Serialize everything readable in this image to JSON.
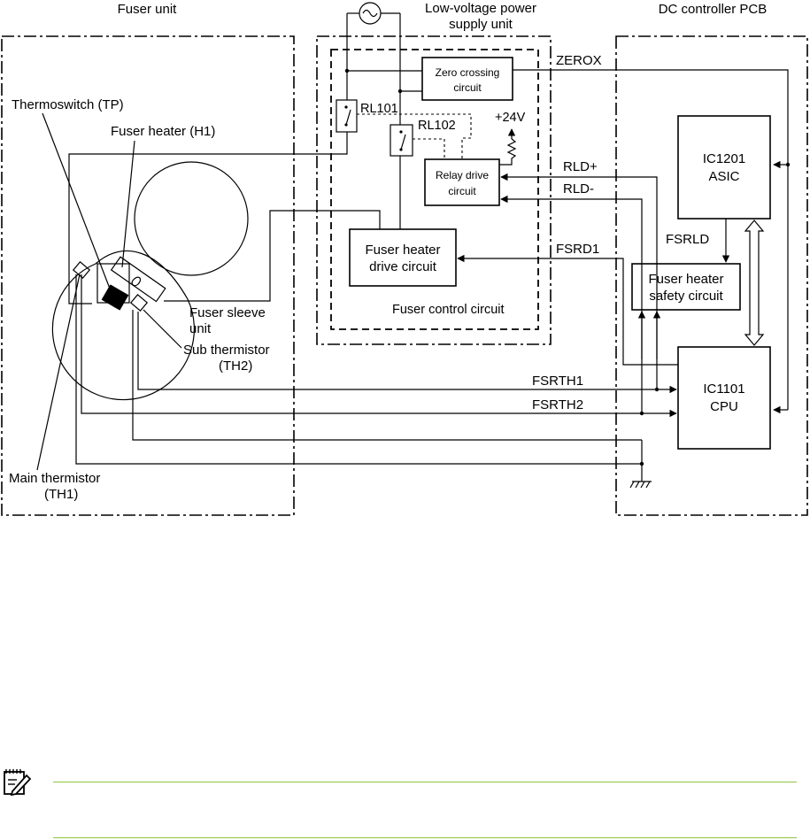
{
  "sections": {
    "fuser_unit": "Fuser unit",
    "lvps_line1": "Low-voltage power",
    "lvps_line2": "supply unit",
    "dc_controller": "DC controller PCB"
  },
  "blocks": {
    "zero_crossing_1": "Zero crossing",
    "zero_crossing_2": "circuit",
    "relay_drive_1": "Relay drive",
    "relay_drive_2": "circuit",
    "heater_drive_1": "Fuser heater",
    "heater_drive_2": "drive circuit",
    "fuser_control": "Fuser control circuit",
    "asic_1": "IC1201",
    "asic_2": "ASIC",
    "safety_1": "Fuser heater",
    "safety_2": "safety circuit",
    "cpu_1": "IC1101",
    "cpu_2": "CPU"
  },
  "components": {
    "rl101": "RL101",
    "rl102": "RL102",
    "v24": "+24V",
    "thermoswitch": "Thermoswitch (TP)",
    "heater": "Fuser heater (H1)",
    "sleeve_1": "Fuser sleeve",
    "sleeve_2": "unit",
    "sub_th_1": "Sub thermistor",
    "sub_th_2": "(TH2)",
    "main_th_1": "Main thermistor",
    "main_th_2": "(TH1)"
  },
  "signals": {
    "zerox": "ZEROX",
    "rld_plus": "RLD+",
    "rld_minus": "RLD-",
    "fsrd1": "FSRD1",
    "fsrld": "FSRLD",
    "fsrth1": "FSRTH1",
    "fsrth2": "FSRTH2"
  },
  "colors": {
    "note_rule": "#8dc63f",
    "ink": "#000000"
  },
  "note": {
    "icon": "note-pencil-icon"
  }
}
